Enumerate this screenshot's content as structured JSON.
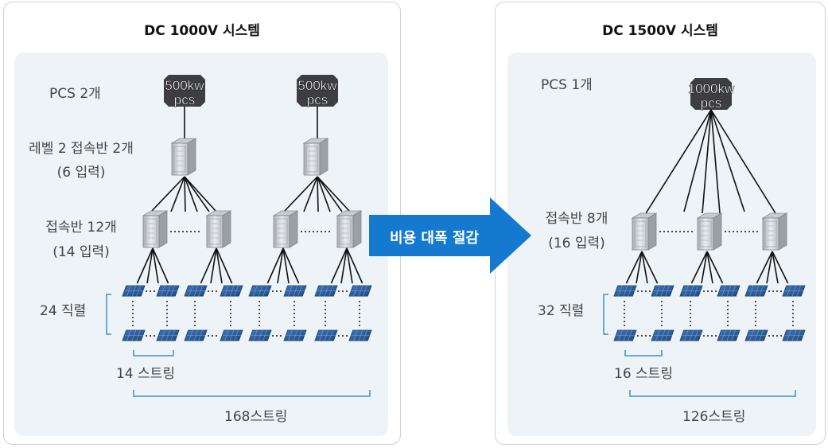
{
  "left": {
    "title": "DC 1000V 시스템",
    "pcs_count": "PCS 2개",
    "pcs_units": [
      {
        "line1": "500kw",
        "line2": "pcs"
      },
      {
        "line1": "500kw",
        "line2": "pcs"
      }
    ],
    "level2_label_1": "레벨 2 접속반 2개",
    "level2_label_2": "(6 입력)",
    "combiner_label_1": "접속반 12개",
    "combiner_label_2": "(14 입력)",
    "series_label": "24 직렬",
    "string_label": "14 스트링",
    "total_label": "168스트링"
  },
  "arrow": {
    "label": "비용 대폭 절감"
  },
  "right": {
    "title": "DC 1500V 시스템",
    "pcs_count": "PCS 1개",
    "pcs_units": [
      {
        "line1": "1000kw",
        "line2": "pcs"
      }
    ],
    "combiner_label_1": "접속반 8개",
    "combiner_label_2": "(16 입력)",
    "series_label": "32 직렬",
    "string_label": "16 스트링",
    "total_label": "126스트링"
  },
  "colors": {
    "panel_bg": "#eef3f7",
    "arrow": "#1479cf",
    "bracket": "#3a8fd0",
    "solar": "#2d5c9c",
    "pcs": "#3e3e42"
  }
}
